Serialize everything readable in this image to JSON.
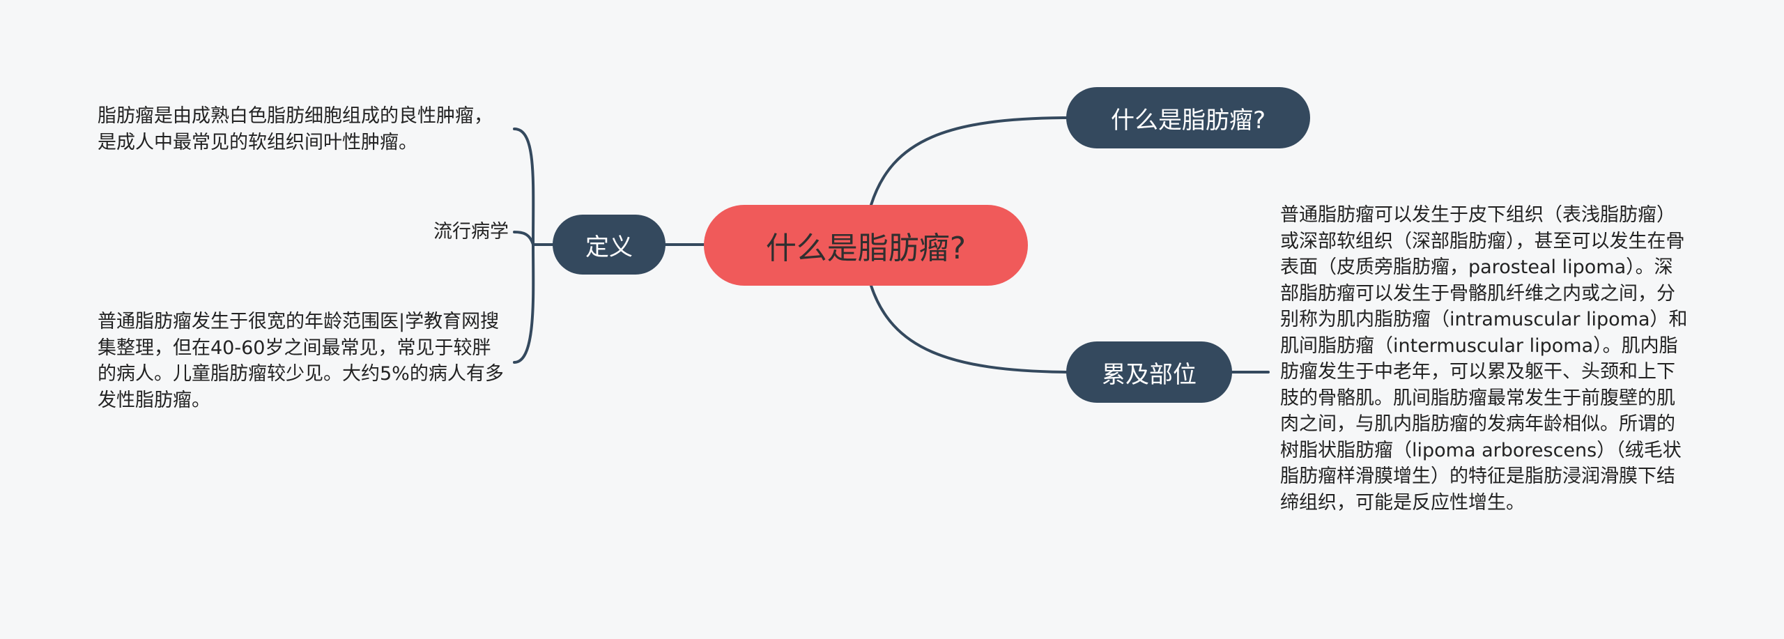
{
  "root": {
    "label": "什么是脂肪瘤?"
  },
  "topics": {
    "what": {
      "label": "什么是脂肪瘤?"
    },
    "definition": {
      "label": "定义"
    },
    "location": {
      "label": "累及部位"
    }
  },
  "definition_items": [
    "脂肪瘤是由成熟白色脂肪细胞组成的良性肿瘤，是成人中最常见的软组织间叶性肿瘤。",
    "流行病学",
    "普通脂肪瘤发生于很宽的年龄范围医|学教育网搜集整理，但在40-60岁之间最常见，常见于较胖的病人。儿童脂肪瘤较少见。大约5%的病人有多发性脂肪瘤。"
  ],
  "location_items": [
    "普通脂肪瘤可以发生于皮下组织（表浅脂肪瘤）或深部软组织（深部脂肪瘤），甚至可以发生在骨表面（皮质旁脂肪瘤，parosteal lipoma）。深部脂肪瘤可以发生于骨骼肌纤维之内或之间，分别称为肌内脂肪瘤（intramuscular lipoma）和肌间脂肪瘤（intermuscular lipoma）。肌内脂肪瘤发生于中老年，可以累及躯干、头颈和上下肢的骨骼肌。肌间脂肪瘤最常发生于前腹壁的肌肉之间，与肌内脂肪瘤的发病年龄相似。所谓的树脂状脂肪瘤（lipoma arborescens）（绒毛状脂肪瘤样滑膜增生）的特征是脂肪浸润滑膜下结缔组织，可能是反应性增生。"
  ],
  "colors": {
    "root_fill": "#f05a5a",
    "topic_fill": "#34495e",
    "connector": "#34495e",
    "background": "#f6f7f8"
  }
}
